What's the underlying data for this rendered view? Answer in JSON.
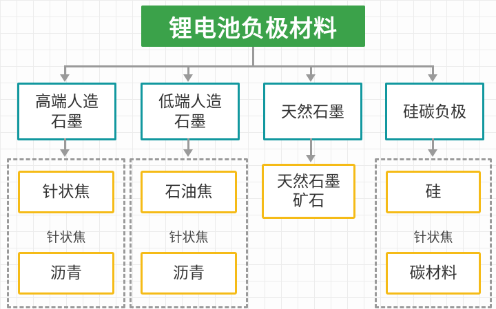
{
  "diagram": {
    "title": "锂电池负极材料",
    "branches": [
      {
        "label": "高端人造\n石墨",
        "group": {
          "top_box": "针状焦",
          "middle_text": "针状焦",
          "bottom_box": "沥青"
        }
      },
      {
        "label": "低端人造\n石墨",
        "group": {
          "top_box": "石油焦",
          "middle_text": "针状焦",
          "bottom_box": "沥青"
        }
      },
      {
        "label": "天然石墨",
        "leaf_box": "天然石墨\n矿石"
      },
      {
        "label": "硅碳负极",
        "group": {
          "top_box": "硅",
          "middle_text": "针状焦",
          "bottom_box": "碳材料"
        }
      }
    ],
    "colors": {
      "title_bg": "#3ba24a",
      "node_border": "#12989f",
      "leaf_border": "#f5bb17",
      "connector": "#9a9a9a",
      "dashed_border": "#9a9a9a",
      "text": "#333333"
    }
  }
}
